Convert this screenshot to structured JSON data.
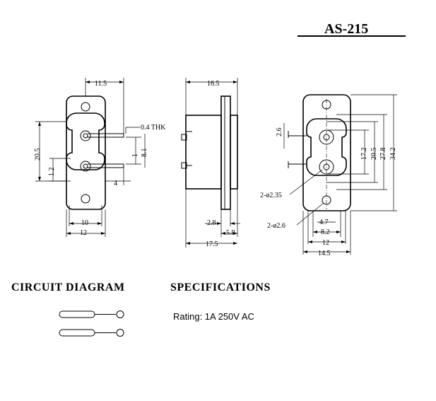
{
  "title": {
    "model": "AS-215"
  },
  "dimensions": {
    "front": {
      "top": "11.5",
      "thk": "0.4 THK",
      "left_outer": "20.5",
      "left_inner": "1.2",
      "pin_gap": "1",
      "pin_span": "8.1",
      "pin_len": "4",
      "bottom_inner": "10",
      "bottom_outer": "12"
    },
    "side": {
      "top": "16.5",
      "flange": "2.8",
      "body": "5.8",
      "overall": "17.5"
    },
    "rear": {
      "pin_offset": "2.6",
      "h1": "17.2",
      "h2": "20.5",
      "h3": "27.8",
      "h4": "34.2",
      "hole_a": "2-ø2.35",
      "hole_b": "2-ø2.6",
      "w1": "4.7",
      "w2": "8.2",
      "w3": "12",
      "w4": "14.5"
    }
  },
  "sections": {
    "circuit": "CIRCUIT  DIAGRAM",
    "specs": "SPECIFICATIONS"
  },
  "specs": {
    "rating": "Rating: 1A 250V AC"
  }
}
